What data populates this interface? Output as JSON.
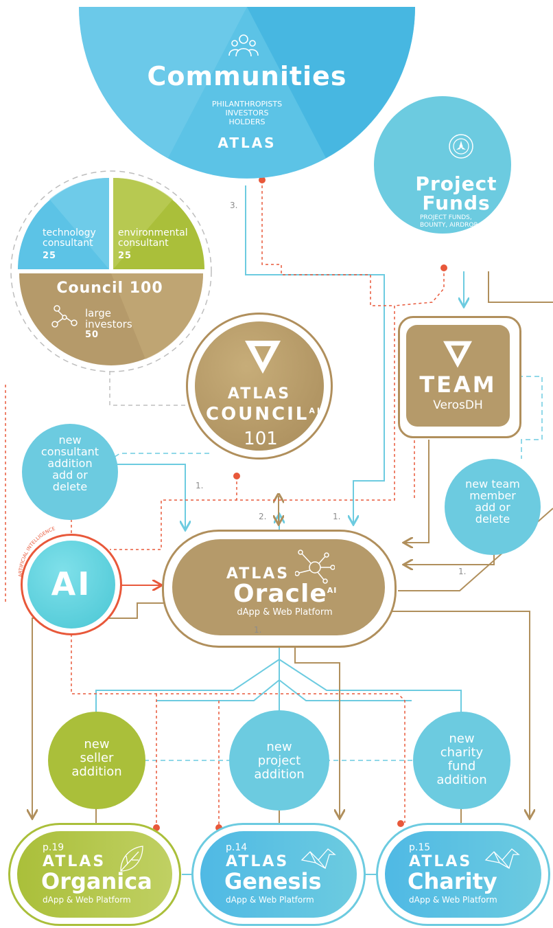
{
  "communities": {
    "title": "Communities",
    "line1": "PHILANTHROPISTS",
    "line2": "INVESTORS",
    "line3": "HOLDERS",
    "brand": "ATLAS"
  },
  "project_funds": {
    "title_l1": "Project",
    "title_l2": "Funds",
    "sub_l1": "PROJECT FUNDS,",
    "sub_l2": "BOUNTY, AIRDROP"
  },
  "council_pie": {
    "tech_l1": "technology",
    "tech_l2": "consultant",
    "tech_n": "25",
    "env_l1": "environmental",
    "env_l2": "consultant",
    "env_n": "25",
    "title": "Council 100",
    "large_l1": "large",
    "large_l2": "investors",
    "large_n": "50"
  },
  "atlas_council": {
    "brand": "ATLAS",
    "word": "COUNCIL",
    "sup": "AI",
    "number": "101"
  },
  "team": {
    "word": "TEAM",
    "name": "VerosDH"
  },
  "new_consultant": {
    "l1": "new",
    "l2": "consultant",
    "l3": "addition",
    "l4": "add or",
    "l5": "delete"
  },
  "new_team_member": {
    "l1": "new team",
    "l2": "member",
    "l3": "add or",
    "l4": "delete"
  },
  "ai": {
    "label": "AI",
    "arc_text": "ARTIFICIAL INTELLIGENCE"
  },
  "oracle": {
    "brand": "ATLAS",
    "word": "Oracle",
    "sup": "AI",
    "sub": "dApp & Web Platform"
  },
  "step_numbers": {
    "n3": "3.",
    "n1_council": "1.",
    "n2": "2.",
    "n1_mid": "1.",
    "n1_team": "1.",
    "n1_bottom": "1."
  },
  "new_seller": {
    "l1": "new",
    "l2": "seller",
    "l3": "addition"
  },
  "new_project": {
    "l1": "new",
    "l2": "project",
    "l3": "addition"
  },
  "new_charity": {
    "l1": "new",
    "l2": "charity",
    "l3": "fund",
    "l4": "addition"
  },
  "organica": {
    "page": "p.19",
    "brand": "ATLAS",
    "word": "Organica",
    "sub": "dApp & Web Platform"
  },
  "genesis": {
    "page": "p.14",
    "brand": "ATLAS",
    "word": "Genesis",
    "sub": "dApp & Web Platform"
  },
  "charity": {
    "page": "p.15",
    "brand": "ATLAS",
    "word": "Charity",
    "sub": "dApp & Web Platform"
  },
  "colors": {
    "blue": "#6ccbe0",
    "blue_dark": "#3fb4df",
    "gold": "#b59a6a",
    "gold_line": "#b08f5c",
    "green": "#aabf3a",
    "red": "#e8583a",
    "grey": "#bdbdbd"
  },
  "icons": [
    "people-icon",
    "propeller-icon",
    "network-icon",
    "veros-logo-icon",
    "leaf-icon",
    "origami-bird-icon"
  ]
}
